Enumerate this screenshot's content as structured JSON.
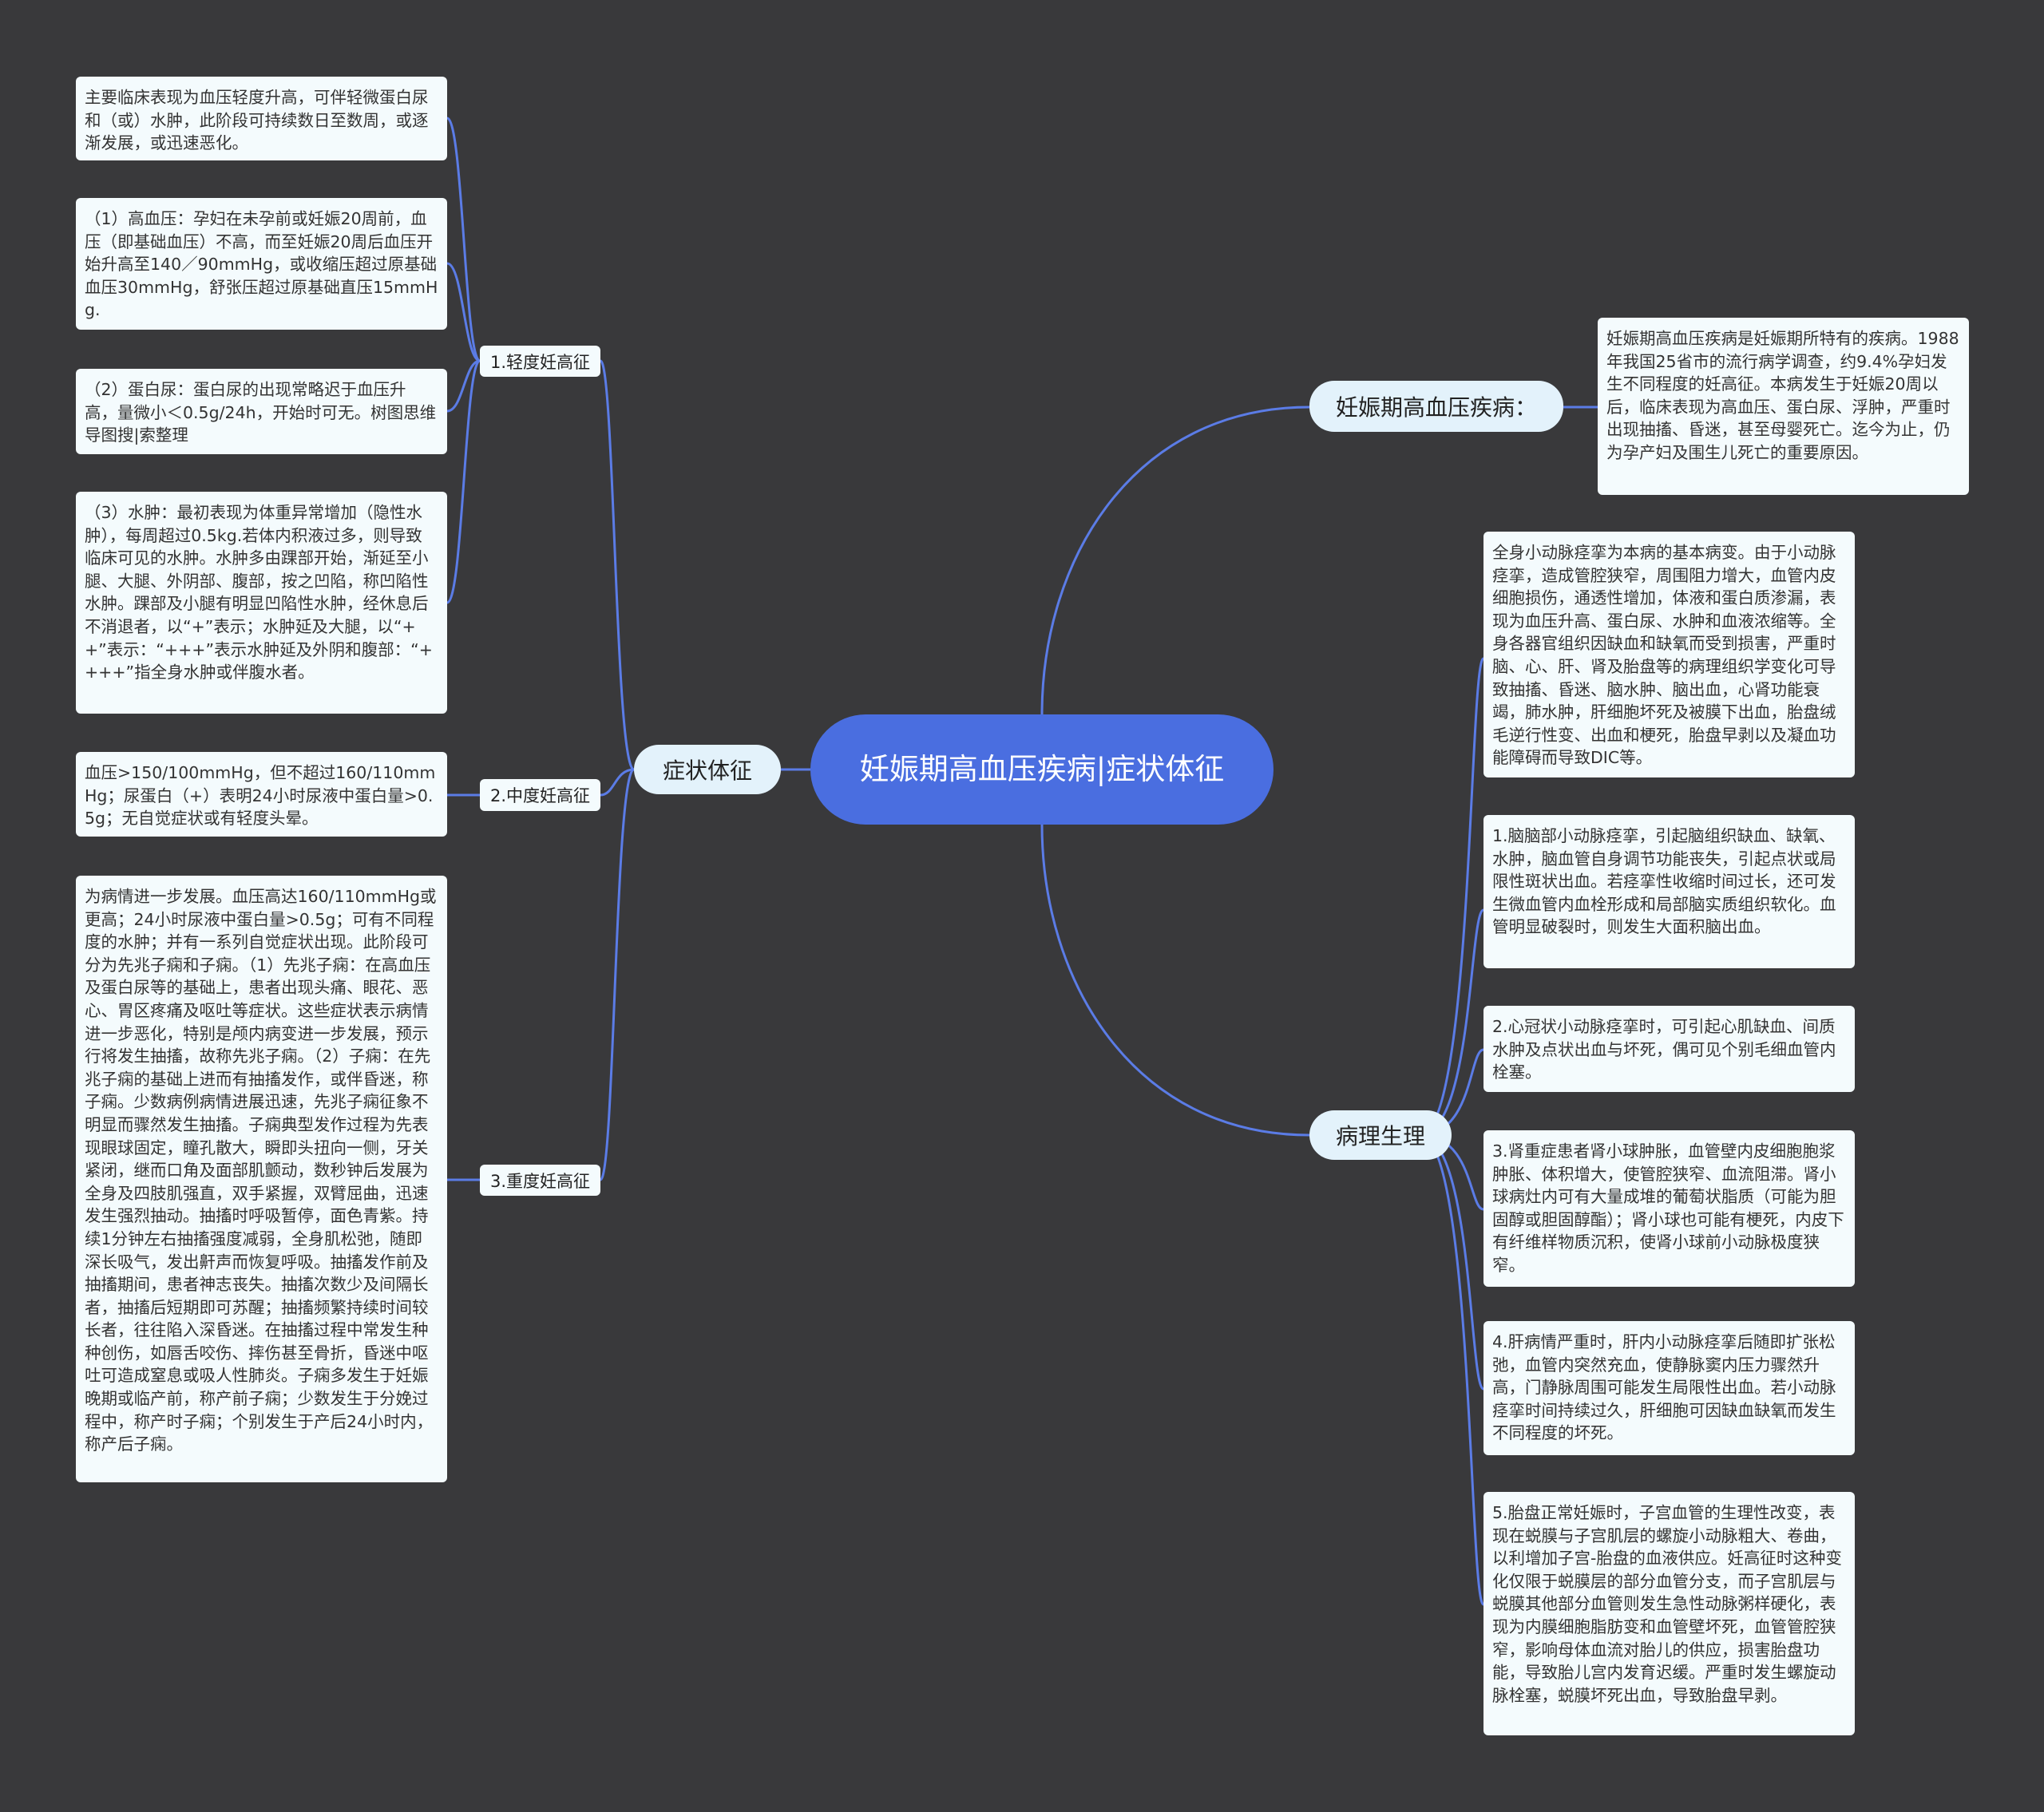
{
  "root": {
    "title": "妊娠期高血压疾病|症状体征"
  },
  "left_branch": {
    "label": "症状体征",
    "groups": [
      {
        "label": "1.轻度妊高征",
        "leaves": [
          "主要临床表现为血压轻度升高，可伴轻微蛋白尿和（或）水肿，此阶段可持续数日至数周，或逐渐发展，或迅速恶化。",
          "（1）高血压：孕妇在未孕前或妊娠20周前，血压（即基础血压）不高，而至妊娠20周后血压开始升高至140／90mmHg，或收缩压超过原基础血压30mmHg，舒张压超过原基础直压15mmHg.",
          "（2）蛋白尿：蛋白尿的出现常略迟于血压升高，量微小＜0.5g/24h，开始时可无。树图思维导图搜|索整理",
          "（3）水肿：最初表现为体重异常增加（隐性水肿），每周超过0.5kg.若体内积液过多，则导致临床可见的水肿。水肿多由踝部开始，渐延至小腿、大腿、外阴部、腹部，按之凹陷，称凹陷性水肿。踝部及小腿有明显凹陷性水肿，经休息后不消退者，以“+”表示；水肿延及大腿，以“++”表示：“+++”表示水肿延及外阴和腹部：“++++”指全身水肿或伴腹水者。"
        ]
      },
      {
        "label": "2.中度妊高征",
        "leaves": [
          "血压>150/100mmHg，但不超过160/110mmHg；尿蛋白（+）表明24小时尿液中蛋白量>0.5g；无自觉症状或有轻度头晕。"
        ]
      },
      {
        "label": "3.重度妊高征",
        "leaves": [
          "为病情进一步发展。血压高达160/110mmHg或更高；24小时尿液中蛋白量>0.5g；可有不同程度的水肿；并有一系列自觉症状出现。此阶段可分为先兆子痫和子痫。（1）先兆子痫：在高血压及蛋白尿等的基础上，患者出现头痛、眼花、恶心、胃区疼痛及呕吐等症状。这些症状表示病情进一步恶化，特别是颅内病变进一步发展，预示行将发生抽搐，故称先兆子痫。（2）子痫：在先兆子痫的基础上进而有抽搐发作，或伴昏迷，称子痫。少数病例病情进展迅速，先兆子痫征象不明显而骤然发生抽搐。子痫典型发作过程为先表现眼球固定，瞳孔散大，瞬即头扭向一侧，牙关紧闭，继而口角及面部肌颤动，数秒钟后发展为全身及四肢肌强直，双手紧握，双臂屈曲，迅速发生强烈抽动。抽搐时呼吸暂停，面色青紫。持续1分钟左右抽搐强度减弱，全身肌松弛，随即深长吸气，发出鼾声而恢复呼吸。抽搐发作前及抽搐期间，患者神志丧失。抽搐次数少及间隔长者，抽搐后短期即可苏醒；抽搐频繁持续时间较长者，往往陷入深昏迷。在抽搐过程中常发生种种创伤，如唇舌咬伤、摔伤甚至骨折，昏迷中呕吐可造成窒息或吸人性肺炎。子痫多发生于妊娠晚期或临产前，称产前子痫；少数发生于分娩过程中，称产时子痫；个别发生于产后24小时内，称产后子痫。"
        ]
      }
    ]
  },
  "right_branches": [
    {
      "label": "妊娠期高血压疾病：",
      "leaves": [
        "妊娠期高血压疾病是妊娠期所特有的疾病。1988年我国25省市的流行病学调查，约9.4%孕妇发生不同程度的妊高征。本病发生于妊娠20周以后，临床表现为高血压、蛋白尿、浮肿，严重时出现抽搐、昏迷，甚至母婴死亡。迄今为止，仍为孕产妇及围生儿死亡的重要原因。"
      ]
    },
    {
      "label": "病理生理",
      "leaves": [
        "全身小动脉痉挛为本病的基本病变。由于小动脉痉挛，造成管腔狭窄，周围阻力增大，血管内皮细胞损伤，通透性增加，体液和蛋白质渗漏，表现为血压升高、蛋白尿、水肿和血液浓缩等。全身各器官组织因缺血和缺氧而受到损害，严重时脑、心、肝、肾及胎盘等的病理组织学变化可导致抽搐、昏迷、脑水肿、脑出血，心肾功能衰竭，肺水肿，肝细胞坏死及被膜下出血，胎盘绒毛逆行性变、出血和梗死，胎盘早剥以及凝血功能障碍而导致DIC等。",
        "1.脑脑部小动脉痉挛，引起脑组织缺血、缺氧、水肿，脑血管自身调节功能丧失，引起点状或局限性斑状出血。若痉挛性收缩时间过长，还可发生微血管内血栓形成和局部脑实质组织软化。血管明显破裂时，则发生大面积脑出血。",
        "2.心冠状小动脉痉挛时，可引起心肌缺血、间质水肿及点状出血与坏死，偶可见个别毛细血管内栓塞。",
        "3.肾重症患者肾小球肿胀，血管壁内皮细胞胞浆肿胀、体积增大，使管腔狭窄、血流阻滞。肾小球病灶内可有大量成堆的葡萄状脂质（可能为胆固醇或胆固醇酯）；肾小球也可能有梗死，内皮下有纤维样物质沉积，使肾小球前小动脉极度狭窄。",
        "4.肝病情严重时，肝内小动脉痉挛后随即扩张松弛，血管内突然充血，使静脉窦内压力骤然升高，门静脉周围可能发生局限性出血。若小动脉痉挛时间持续过久，肝细胞可因缺血缺氧而发生不同程度的坏死。",
        "5.胎盘正常妊娠时，子宫血管的生理性改变，表现在蜕膜与子宫肌层的螺旋小动脉粗大、卷曲，以利增加子宫-胎盘的血液供应。妊高征时这种变化仅限于蜕膜层的部分血管分支，而子宫肌层与蜕膜其他部分血管则发生急性动脉粥样硬化，表现为内膜细胞脂肪变和血管壁坏死，血管管腔狭窄，影响母体血流对胎儿的供应，损害胎盘功能，导致胎儿宫内发育迟缓。严重时发生螺旋动脉栓塞，蜕膜坏死出血，导致胎盘早剥。"
      ]
    }
  ],
  "colors": {
    "background": "#39393b",
    "root": "#4a6ee0",
    "connector": "#5b7ce6",
    "branch": "#e3f2fb",
    "leaf": "#f4fbfd"
  }
}
